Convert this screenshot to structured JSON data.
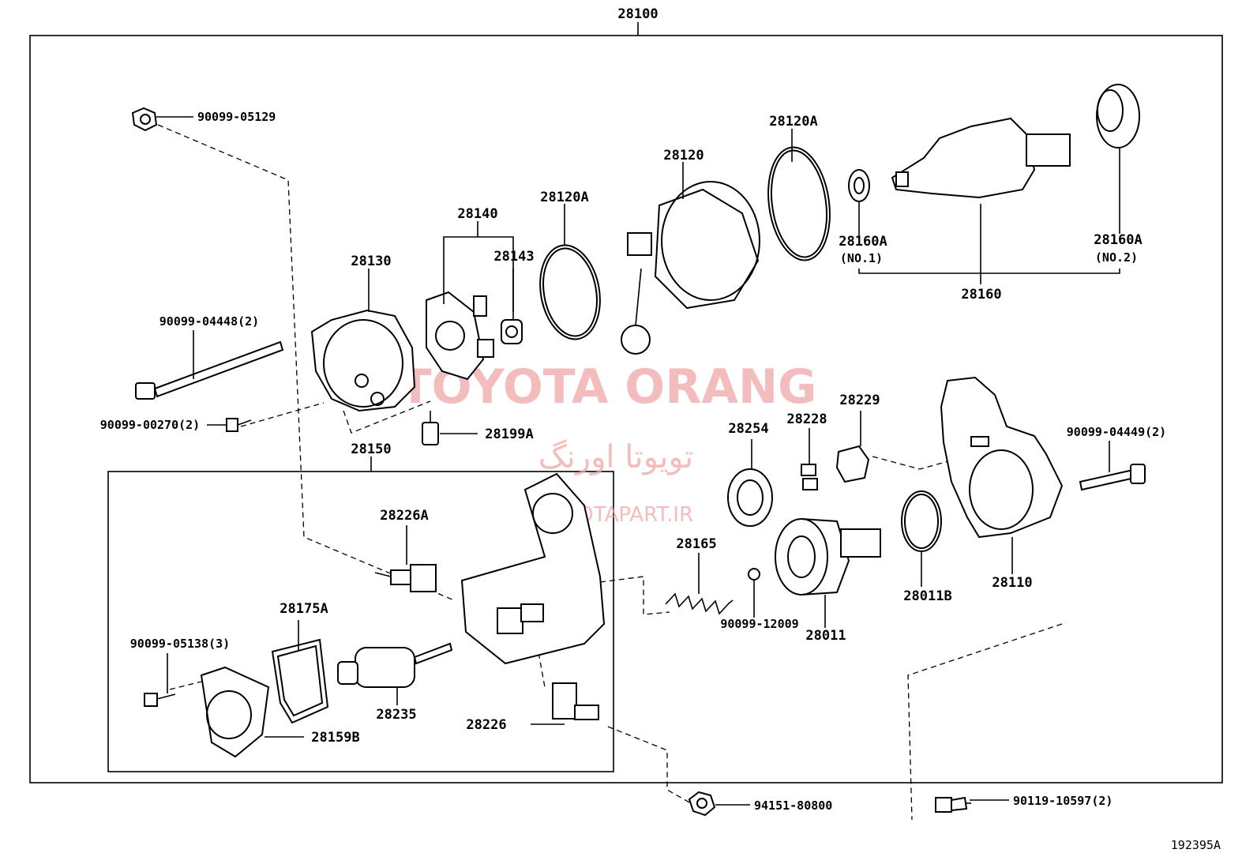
{
  "diagram": {
    "assembly_number": "28100",
    "figure_code": "192395A",
    "watermark": {
      "line1": "TOYOTA ORANG",
      "line2": "تویوتا اورنگ",
      "line3": "TOYOTAPART.IR"
    },
    "labels": {
      "p28150": "28150",
      "p90099_05129": "90099-05129",
      "p28120A_top": "28120A",
      "p28120": "28120",
      "p28120A_left": "28120A",
      "p28140": "28140",
      "p28143": "28143",
      "p28130": "28130",
      "p90099_04448": "90099-04448(2)",
      "p28160A_1": "28160A",
      "p28160A_1_note": "(NO.1)",
      "p28160A_2": "28160A",
      "p28160A_2_note": "(NO.2)",
      "p28160": "28160",
      "p90099_00270": "90099-00270(2)",
      "p28199A": "28199A",
      "p28254": "28254",
      "p28228": "28228",
      "p28229": "28229",
      "p90099_04449": "90099-04449(2)",
      "p28226A": "28226A",
      "p28165": "28165",
      "p28110": "28110",
      "p28175A": "28175A",
      "p90099_05138": "90099-05138(3)",
      "p90099_12009": "90099-12009",
      "p28011B": "28011B",
      "p28011": "28011",
      "p28235": "28235",
      "p28226": "28226",
      "p28159B": "28159B",
      "p94151_80800": "94151-80800",
      "p90119_10597": "90119-10597(2)"
    }
  }
}
